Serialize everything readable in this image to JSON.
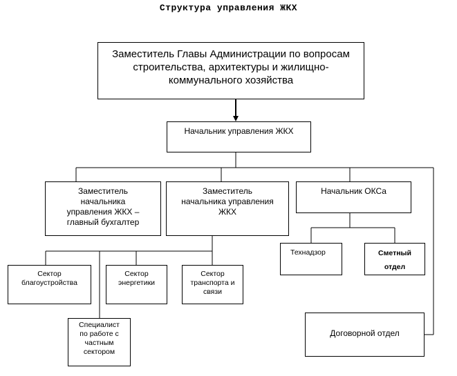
{
  "title": "Структура управления ЖКХ",
  "nodes": {
    "deputy_head": "Заместитель Главы Администрации по вопросам\nстроительства, архитектуры и жилищно-\nкоммунального хозяйства",
    "head_zhkh": "Начальник управления ЖКХ",
    "deputy_accountant": "Заместитель\nначальника\nуправления ЖКХ –\nглавный бухгалтер",
    "deputy_head_zhkh": "Заместитель\nначальника управления\nЖКХ",
    "head_oks": "Начальник ОКСа",
    "sector_improvement": "Сектор\nблагоустройства",
    "sector_energy": "Сектор\nэнергетики",
    "sector_transport": "Сектор\nтранспорта и\nсвязи",
    "specialist_private": "Специалист\nпо работе с\nчастным\nсектором",
    "tech_supervision": "Технадзор",
    "estimate_dept": "Сметный\nотдел",
    "contract_dept": "Договорной отдел"
  }
}
